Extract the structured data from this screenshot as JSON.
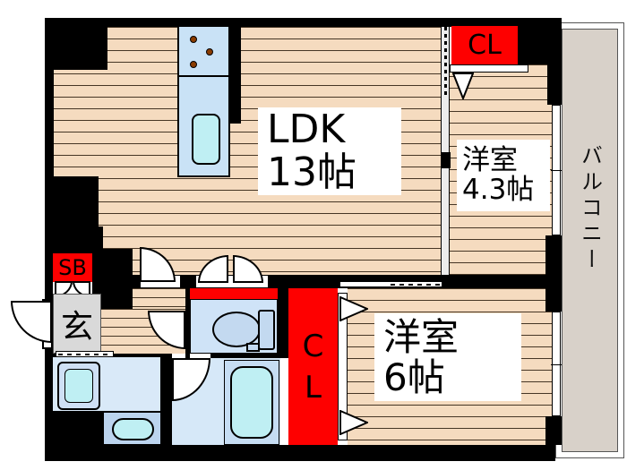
{
  "plan": {
    "title": "apartment-floor-plan",
    "rooms": {
      "ldk": {
        "label": "LDK",
        "size": "13帖"
      },
      "room43": {
        "label": "洋室",
        "size": "4.3帖"
      },
      "room6": {
        "label": "洋室",
        "size": "6帖"
      },
      "balcony": {
        "label": "バルコニー"
      },
      "entrance": {
        "label": "玄"
      }
    },
    "closets": {
      "top": {
        "label": "CL"
      },
      "middle": {
        "letters": [
          "C",
          "L"
        ]
      },
      "shoe_box": {
        "label": "SB"
      }
    },
    "colors": {
      "wall": "#000000",
      "accent_red": "#fe0000",
      "wood_floor": "#f5dbbf",
      "water_blue": "#cfe3f7",
      "fixture_cyan": "#bfeff3",
      "balcony_gray": "#d8d1c9",
      "entrance_gray": "#d9d9d9"
    }
  }
}
